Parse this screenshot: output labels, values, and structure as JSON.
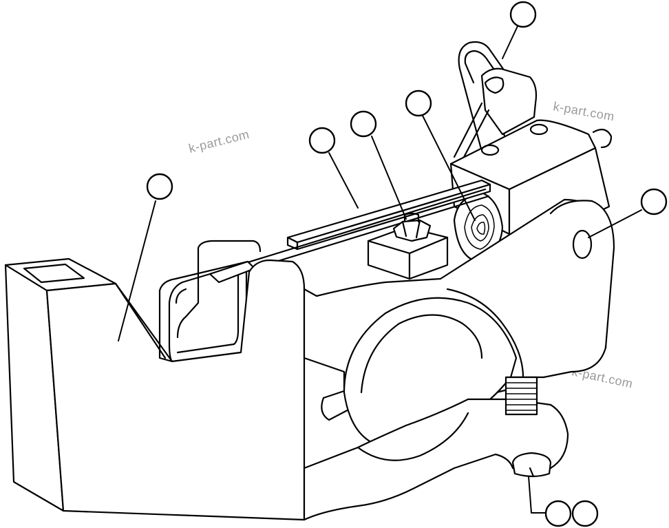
{
  "watermark": {
    "text": "k-part.com",
    "color": "#9a9a9a"
  },
  "callouts": [
    {
      "name": "callout-top-right-handle",
      "label": ""
    },
    {
      "name": "callout-mid-right-pin",
      "label": ""
    },
    {
      "name": "callout-spring-coil",
      "label": ""
    },
    {
      "name": "callout-nut",
      "label": ""
    },
    {
      "name": "callout-plate",
      "label": ""
    },
    {
      "name": "callout-left-housing",
      "label": ""
    },
    {
      "name": "callout-bottom-left",
      "label": ""
    },
    {
      "name": "callout-bottom-right",
      "label": ""
    }
  ],
  "colors": {
    "line": "#000000",
    "background": "#ffffff"
  }
}
